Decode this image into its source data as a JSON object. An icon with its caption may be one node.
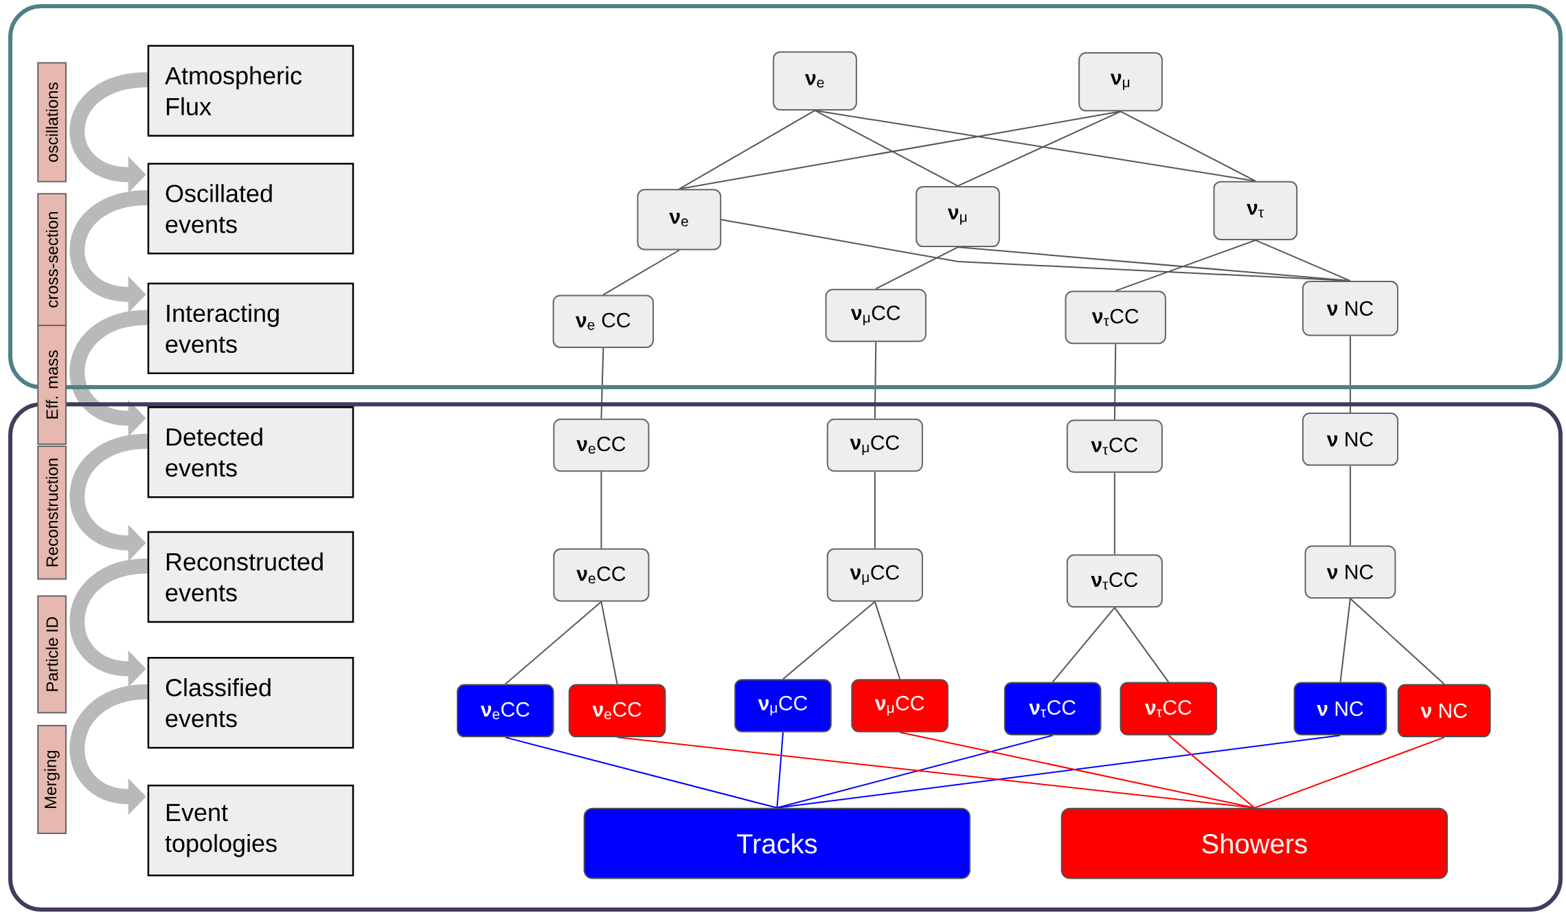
{
  "diagram": {
    "nodes": [
      {
        "text": [
          "oscillations"
        ]
      },
      {
        "text": [
          "cross-section"
        ]
      },
      {
        "text": [
          "Eff. mass"
        ]
      },
      {
        "text": [
          "Reconstruction"
        ]
      },
      {
        "text": [
          "Particle ID"
        ]
      },
      {
        "text": [
          "Merging"
        ]
      },
      {
        "text": [
          "Atmospheric Flux"
        ]
      },
      {
        "text": [
          "Oscillated events"
        ]
      },
      {
        "text": [
          "Interacting events"
        ]
      },
      {
        "text": [
          "Detected events"
        ]
      },
      {
        "text": [
          "Reconstructed events"
        ]
      },
      {
        "text": [
          "Classified events"
        ]
      },
      {
        "text": [
          "Event topologies"
        ]
      },
      {
        "text": [
          "**ν**$_{e}$"
        ]
      },
      {
        "text": [
          "**ν**$_{μ}$"
        ]
      },
      {
        "text": [
          "**ν**$_{e}$"
        ]
      },
      {
        "text": [
          "**ν**$_{μ}$"
        ]
      },
      {
        "text": [
          "**ν**$_{τ}$"
        ]
      },
      {
        "text": [
          "**ν**$_{e}$ CC"
        ]
      },
      {
        "text": [
          "**ν**$_{μ}$CC"
        ]
      },
      {
        "text": [
          "**ν**$_{τ}$CC"
        ]
      },
      {
        "text": [
          "**ν** NC"
        ]
      },
      {
        "text": [
          "**ν**$_{e}$CC"
        ]
      },
      {
        "text": [
          "**ν**$_{μ}$CC"
        ]
      },
      {
        "text": [
          "**ν**$_{τ}$CC"
        ]
      },
      {
        "text": [
          "**ν** NC"
        ]
      },
      {
        "text": [
          "**ν**$_{e}$CC"
        ]
      },
      {
        "text": [
          "**ν**$_{μ}$CC"
        ]
      },
      {
        "text": [
          "**ν**$_{τ}$CC"
        ]
      },
      {
        "text": [
          "**ν** NC"
        ]
      },
      {
        "text": [
          "**ν**$_{e}$CC"
        ]
      },
      {
        "text": [
          "**ν**$_{e}$CC"
        ]
      },
      {
        "text": [
          "**ν**$_{μ}$CC"
        ]
      },
      {
        "text": [
          "**ν**$_{μ}$CC"
        ]
      },
      {
        "text": [
          "**ν**$_{τ}$CC"
        ]
      },
      {
        "text": [
          "**ν**$_{τ}$CC"
        ]
      },
      {
        "text": [
          "**ν** NC"
        ]
      },
      {
        "text": [
          "**ν** NC"
        ]
      },
      {
        "text": [
          "Tracks"
        ]
      },
      {
        "text": [
          "Showers"
        ]
      }
    ],
    "edges": [
      {
        "from": 6,
        "to": 7,
        "arrow": "to",
        "style": "thick",
        "color": "#b9b9b9"
      },
      {
        "from": 7,
        "to": 8,
        "arrow": "to",
        "style": "thick",
        "color": "#b9b9b9"
      },
      {
        "from": 8,
        "to": 9,
        "arrow": "to",
        "style": "thick",
        "color": "#b9b9b9"
      },
      {
        "from": 9,
        "to": 10,
        "arrow": "to",
        "style": "thick",
        "color": "#b9b9b9"
      },
      {
        "from": 10,
        "to": 11,
        "arrow": "to",
        "style": "thick",
        "color": "#b9b9b9"
      },
      {
        "from": 11,
        "to": 12,
        "arrow": "to",
        "style": "thick",
        "color": "#b9b9b9"
      },
      {
        "from": 13,
        "to": 15,
        "arrow": "none"
      },
      {
        "from": 13,
        "to": 16,
        "arrow": "none"
      },
      {
        "from": 13,
        "to": 17,
        "arrow": "none"
      },
      {
        "from": 14,
        "to": 15,
        "arrow": "none"
      },
      {
        "from": 14,
        "to": 16,
        "arrow": "none"
      },
      {
        "from": 14,
        "to": 17,
        "arrow": "none"
      },
      {
        "from": 15,
        "to": 18,
        "arrow": "none"
      },
      {
        "from": 15,
        "to": 21,
        "arrow": "none"
      },
      {
        "from": 16,
        "to": 19,
        "arrow": "none"
      },
      {
        "from": 16,
        "to": 21,
        "arrow": "none"
      },
      {
        "from": 17,
        "to": 20,
        "arrow": "none"
      },
      {
        "from": 17,
        "to": 21,
        "arrow": "none"
      },
      {
        "from": 18,
        "to": 22,
        "arrow": "none"
      },
      {
        "from": 19,
        "to": 23,
        "arrow": "none"
      },
      {
        "from": 20,
        "to": 24,
        "arrow": "none"
      },
      {
        "from": 21,
        "to": 25,
        "arrow": "none"
      },
      {
        "from": 22,
        "to": 26,
        "arrow": "none"
      },
      {
        "from": 23,
        "to": 27,
        "arrow": "none"
      },
      {
        "from": 24,
        "to": 28,
        "arrow": "none"
      },
      {
        "from": 25,
        "to": 29,
        "arrow": "none"
      },
      {
        "from": 26,
        "to": 30,
        "arrow": "none"
      },
      {
        "from": 26,
        "to": 31,
        "arrow": "none"
      },
      {
        "from": 27,
        "to": 32,
        "arrow": "none"
      },
      {
        "from": 27,
        "to": 33,
        "arrow": "none"
      },
      {
        "from": 28,
        "to": 34,
        "arrow": "none"
      },
      {
        "from": 28,
        "to": 35,
        "arrow": "none"
      },
      {
        "from": 29,
        "to": 36,
        "arrow": "none"
      },
      {
        "from": 29,
        "to": 37,
        "arrow": "none"
      },
      {
        "from": 30,
        "to": 38,
        "arrow": "none",
        "color": "#0000ff"
      },
      {
        "from": 32,
        "to": 38,
        "arrow": "none",
        "color": "#0000ff"
      },
      {
        "from": 34,
        "to": 38,
        "arrow": "none",
        "color": "#0000ff"
      },
      {
        "from": 36,
        "to": 38,
        "arrow": "none",
        "color": "#0000ff"
      },
      {
        "from": 31,
        "to": 39,
        "arrow": "none",
        "color": "#ff0000"
      },
      {
        "from": 33,
        "to": 39,
        "arrow": "none",
        "color": "#ff0000"
      },
      {
        "from": 35,
        "to": 39,
        "arrow": "none",
        "color": "#ff0000"
      },
      {
        "from": 37,
        "to": 39,
        "arrow": "none",
        "color": "#ff0000"
      }
    ]
  }
}
